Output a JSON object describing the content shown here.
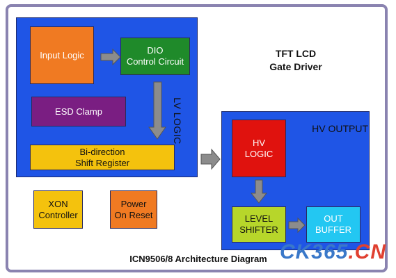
{
  "title": {
    "line1": "TFT LCD",
    "line2": "Gate Driver",
    "full": "TFT LCD\nGate Driver"
  },
  "caption": "ICN9506/8 Architecture Diagram",
  "lv_panel": {
    "label": "LV LOGIC",
    "blocks": {
      "input_logic": "Input Logic",
      "dio_control": "DIO\nControl Circuit",
      "esd_clamp": "ESD Clamp",
      "shift_register": "Bi-direction\nShift Register"
    }
  },
  "hv_panel": {
    "label": "HV OUTPUT",
    "blocks": {
      "hv_logic": "HV\nLOGIC",
      "level_shifter": "LEVEL\nSHIFTER",
      "out_buffer": "OUT\nBUFFER"
    }
  },
  "standalone": {
    "xon_controller": "XON\nController",
    "power_on_reset": "Power\nOn Reset"
  },
  "watermark": {
    "part1": "CK365",
    "part2": ".CN"
  },
  "colors": {
    "panel_blue": "#1f55e6",
    "input_logic": "#f07a22",
    "dio_control": "#1f8a2a",
    "esd_clamp": "#7a1e82",
    "shift_register": "#f4c20d",
    "hv_logic": "#e0120e",
    "level_shifter": "#b7d62a",
    "out_buffer": "#23c7f2",
    "xon_controller": "#f4c20d",
    "power_on_reset": "#f07a22",
    "arrow_gray": "#8c8c8c",
    "frame": "#8a83b0"
  },
  "icons": {
    "arrow": "block-arrow"
  }
}
